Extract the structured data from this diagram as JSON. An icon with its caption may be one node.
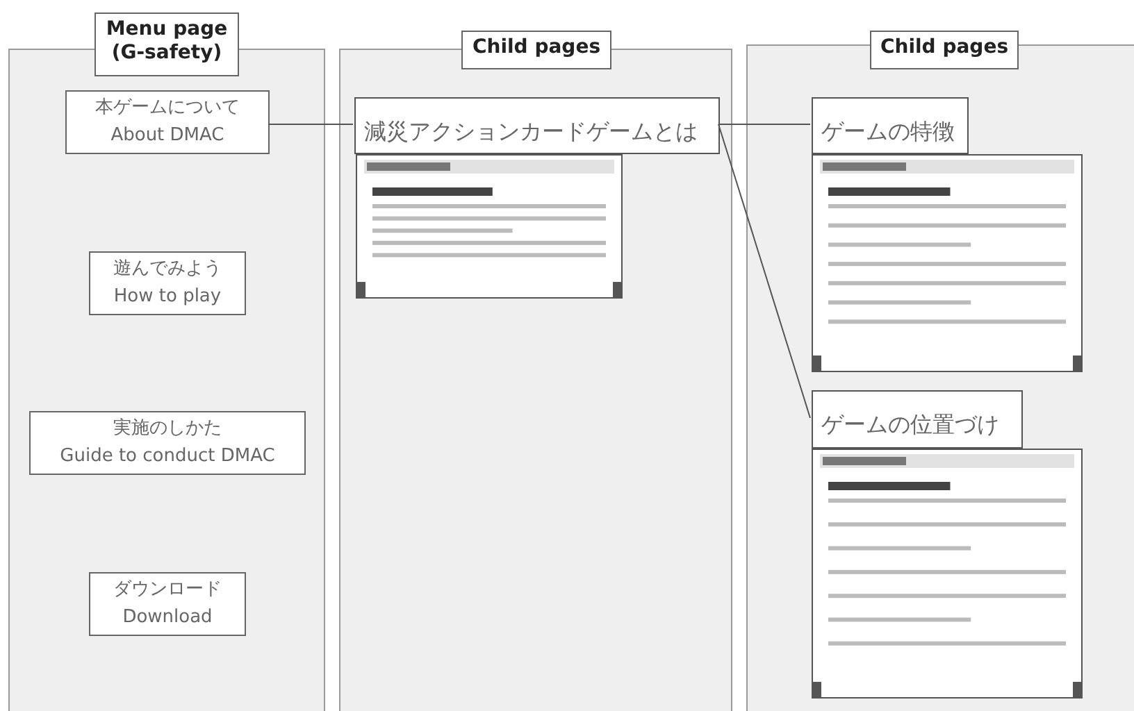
{
  "diagram": {
    "nodes": [
      {
        "text": [
          "Menu page (G-safety)"
        ]
      },
      {
        "text": [],
        "shape": "box"
      },
      {
        "text": [
          "本ゲームについて",
          "About DMAC"
        ],
        "in": 1
      },
      {
        "text": [
          "遊んでみよう",
          "How to play"
        ],
        "in": 1
      },
      {
        "text": [
          "実施のしかた",
          "Guide to conduct DMAC"
        ],
        "in": 1
      },
      {
        "text": [
          "ダウンロード",
          "Download"
        ],
        "in": 1
      },
      {
        "text": [
          "Child pages"
        ]
      },
      {
        "text": [],
        "shape": "box"
      },
      {
        "text": [
          "減災アクションカードゲームとは"
        ],
        "in": 7
      },
      {
        "text": [
          "Child pages"
        ]
      },
      {
        "text": [],
        "shape": "box"
      },
      {
        "text": [
          "ゲームの特徴"
        ],
        "in": 10
      },
      {
        "text": [
          "ゲームの位置づけ"
        ],
        "in": 10
      }
    ],
    "edges": [
      {
        "from": 2,
        "to": 8,
        "arrow": "none"
      },
      {
        "from": 8,
        "to": 11,
        "arrow": "none"
      },
      {
        "from": 8,
        "to": 12,
        "arrow": "none"
      }
    ]
  }
}
